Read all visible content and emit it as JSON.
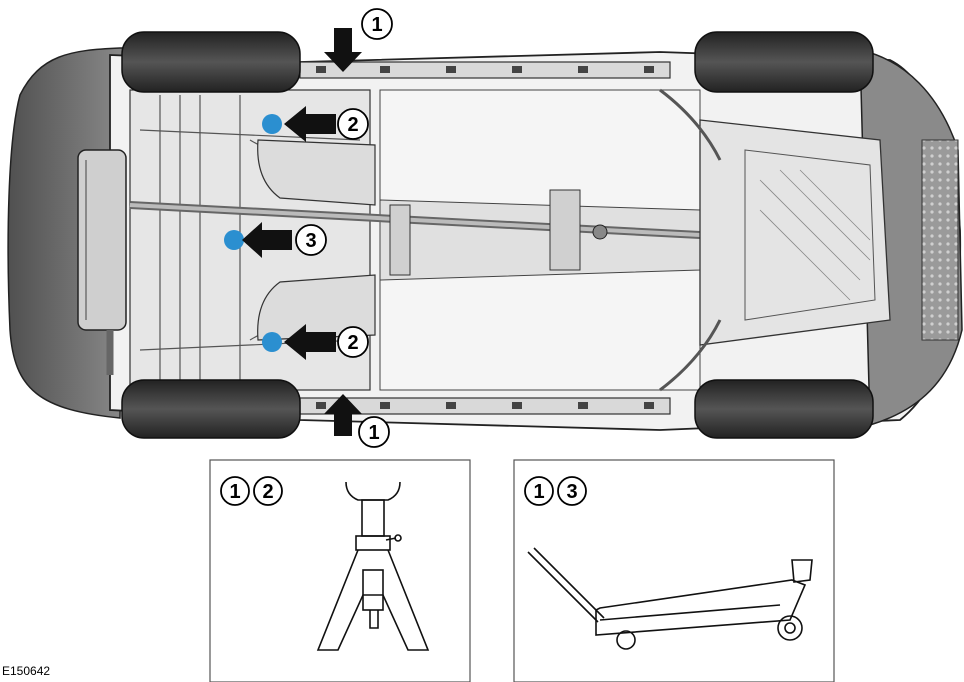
{
  "figure_id": "E150642",
  "callouts": {
    "front_jack_point_upper": "1",
    "front_jack_point_lower": "1",
    "rear_lift_point_upper": "2",
    "rear_lift_point_lower": "2",
    "rear_axle_lift_point": "3"
  },
  "inset_stand": {
    "labels": [
      "1",
      "2"
    ],
    "icon": "axle-stand-icon"
  },
  "inset_jack": {
    "labels": [
      "1",
      "3"
    ],
    "icon": "trolley-jack-icon"
  },
  "colors": {
    "marker": "#2b8fd0",
    "arrow": "#111111",
    "body": "#6f6f6f",
    "tyre": "#3a3a3a"
  }
}
